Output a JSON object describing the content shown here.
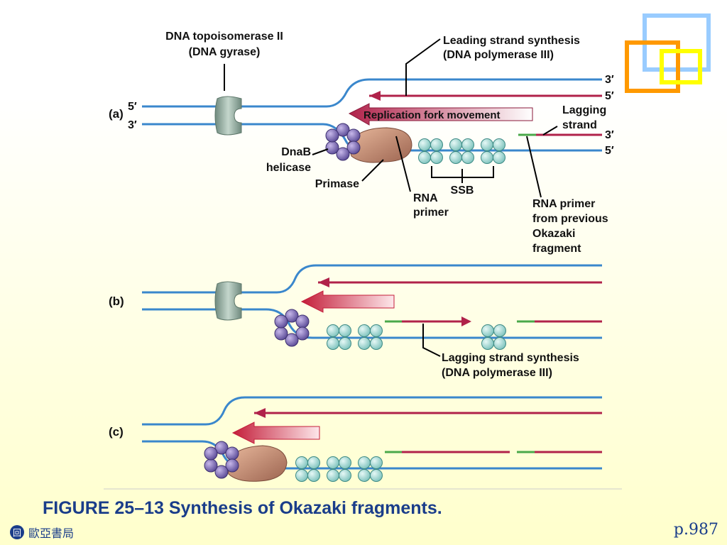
{
  "labels": {
    "topo_line1": "DNA topoisomerase II",
    "topo_line2": "(DNA gyrase)",
    "leading_line1": "Leading strand synthesis",
    "leading_line2": "(DNA polymerase III)",
    "fork_movement": "Replication fork movement",
    "lagging_line1": "Lagging",
    "lagging_line2": "strand",
    "dnab_line1": "DnaB",
    "dnab_line2": "helicase",
    "primase": "Primase",
    "rna_primer_line1": "RNA",
    "rna_primer_line2": "primer",
    "ssb": "SSB",
    "prev_primer_line1": "RNA primer",
    "prev_primer_line2": "from previous",
    "prev_primer_line3": "Okazaki",
    "prev_primer_line4": "fragment",
    "lag_synth_line1": "Lagging strand synthesis",
    "lag_synth_line2": "(DNA polymerase III)"
  },
  "panels": {
    "a": "(a)",
    "b": "(b)",
    "c": "(c)"
  },
  "ends": {
    "a_left_top": "5′",
    "a_left_bottom": "3′",
    "a_right_1": "3′",
    "a_right_2": "5′",
    "a_right_3": "3′",
    "a_right_4": "5′"
  },
  "caption": "FIGURE 25–13 Synthesis of Okazaki fragments.",
  "publisher": {
    "logo": "回",
    "name": "歐亞書局"
  },
  "page": "p.987",
  "colors": {
    "dna": "#3a87cc",
    "new_strand": "#b0224a",
    "primer": "#4aa84a",
    "helicase": "#7a66b0",
    "gyrase": "#9ab4a4",
    "primase": "#c9927a",
    "ssb": "#a6dcd8",
    "caption": "#1a3d8a"
  }
}
